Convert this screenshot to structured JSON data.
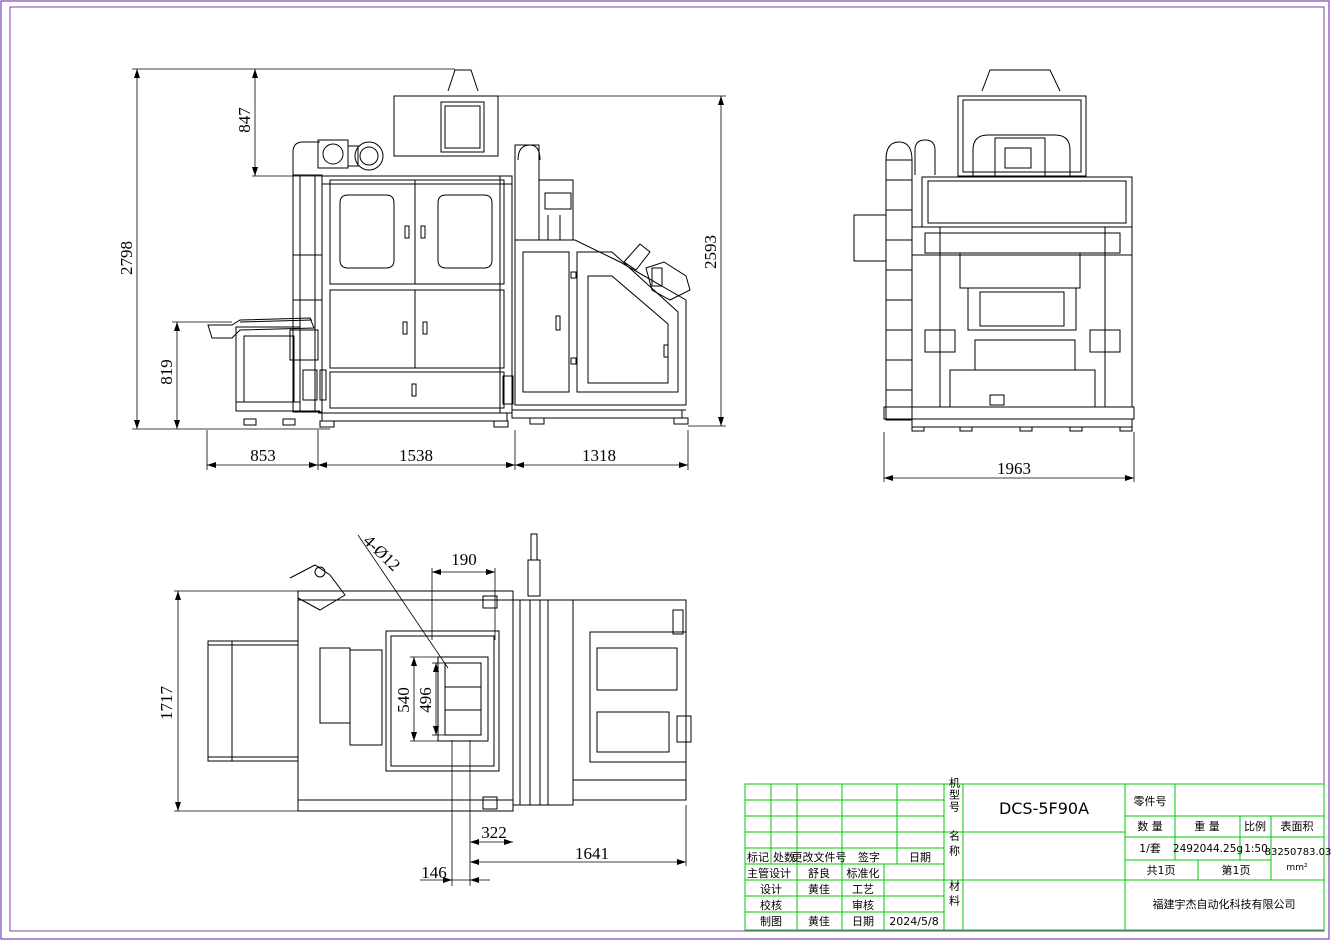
{
  "dimensions": {
    "front_total_height": "2798",
    "front_upper_height": "847",
    "front_conveyor_height": "819",
    "front_right_height": "2593",
    "front_width_left": "853",
    "front_width_mid": "1538",
    "front_width_right": "1318",
    "side_width": "1963",
    "top_depth": "1717",
    "top_hole_spec": "4-Ø12",
    "top_width_190": "190",
    "top_height_540": "540",
    "top_height_496": "496",
    "top_offset_322": "322",
    "top_offset_146": "146",
    "top_length_1641": "1641"
  },
  "title_block": {
    "model_label": "机型号",
    "model_value": "DCS-5F90A",
    "part_no_label": "零件号",
    "qty_header": "数 量",
    "weight_header": "重 量",
    "scale_header": "比例",
    "area_header": "表面积",
    "qty_value": "1/套",
    "weight_value": "2492044.25g",
    "scale_value": "1:50",
    "area_value": "83250783.03",
    "area_unit": "mm²",
    "name_label": "名称",
    "material_label": "材料",
    "revision_headers": [
      "标记",
      "处数",
      "更改文件号",
      "签字",
      "日期"
    ],
    "row_chief_label": "主管设计",
    "row_chief_name": "舒良",
    "row_chief_role": "标准化",
    "row_design_label": "设计",
    "row_design_name": "黄佳",
    "row_design_role": "工艺",
    "row_check_label": "校核",
    "row_check_role": "审核",
    "row_draw_label": "制图",
    "row_draw_name": "黄佳",
    "row_draw_date_label": "日期",
    "row_draw_date": "2024/5/8",
    "pages_total": "共1页",
    "pages_current": "第1页",
    "company": "福建宇杰自动化科技有限公司"
  },
  "colors": {
    "border": "#7b3fb6",
    "line": "#000000",
    "title_block_grid": "#00c800"
  }
}
